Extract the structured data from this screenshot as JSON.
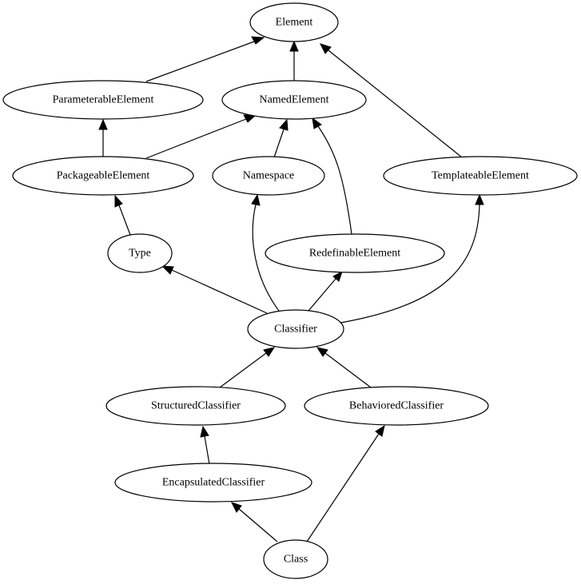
{
  "diagram": {
    "type": "class-hierarchy",
    "nodes": {
      "element": "Element",
      "parameterable_element": "ParameterableElement",
      "named_element": "NamedElement",
      "packageable_element": "PackageableElement",
      "namespace": "Namespace",
      "templateable_element": "TemplateableElement",
      "type": "Type",
      "redefinable_element": "RedefinableElement",
      "classifier": "Classifier",
      "structured_classifier": "StructuredClassifier",
      "behaviored_classifier": "BehavioredClassifier",
      "encapsulated_classifier": "EncapsulatedClassifier",
      "class": "Class"
    },
    "edges": [
      {
        "from": "ParameterableElement",
        "to": "Element"
      },
      {
        "from": "NamedElement",
        "to": "Element"
      },
      {
        "from": "TemplateableElement",
        "to": "Element"
      },
      {
        "from": "PackageableElement",
        "to": "ParameterableElement"
      },
      {
        "from": "PackageableElement",
        "to": "NamedElement"
      },
      {
        "from": "Namespace",
        "to": "NamedElement"
      },
      {
        "from": "RedefinableElement",
        "to": "NamedElement"
      },
      {
        "from": "Type",
        "to": "PackageableElement"
      },
      {
        "from": "Classifier",
        "to": "Type"
      },
      {
        "from": "Classifier",
        "to": "Namespace"
      },
      {
        "from": "Classifier",
        "to": "RedefinableElement"
      },
      {
        "from": "Classifier",
        "to": "TemplateableElement"
      },
      {
        "from": "StructuredClassifier",
        "to": "Classifier"
      },
      {
        "from": "BehavioredClassifier",
        "to": "Classifier"
      },
      {
        "from": "EncapsulatedClassifier",
        "to": "StructuredClassifier"
      },
      {
        "from": "Class",
        "to": "EncapsulatedClassifier"
      },
      {
        "from": "Class",
        "to": "BehavioredClassifier"
      }
    ]
  }
}
